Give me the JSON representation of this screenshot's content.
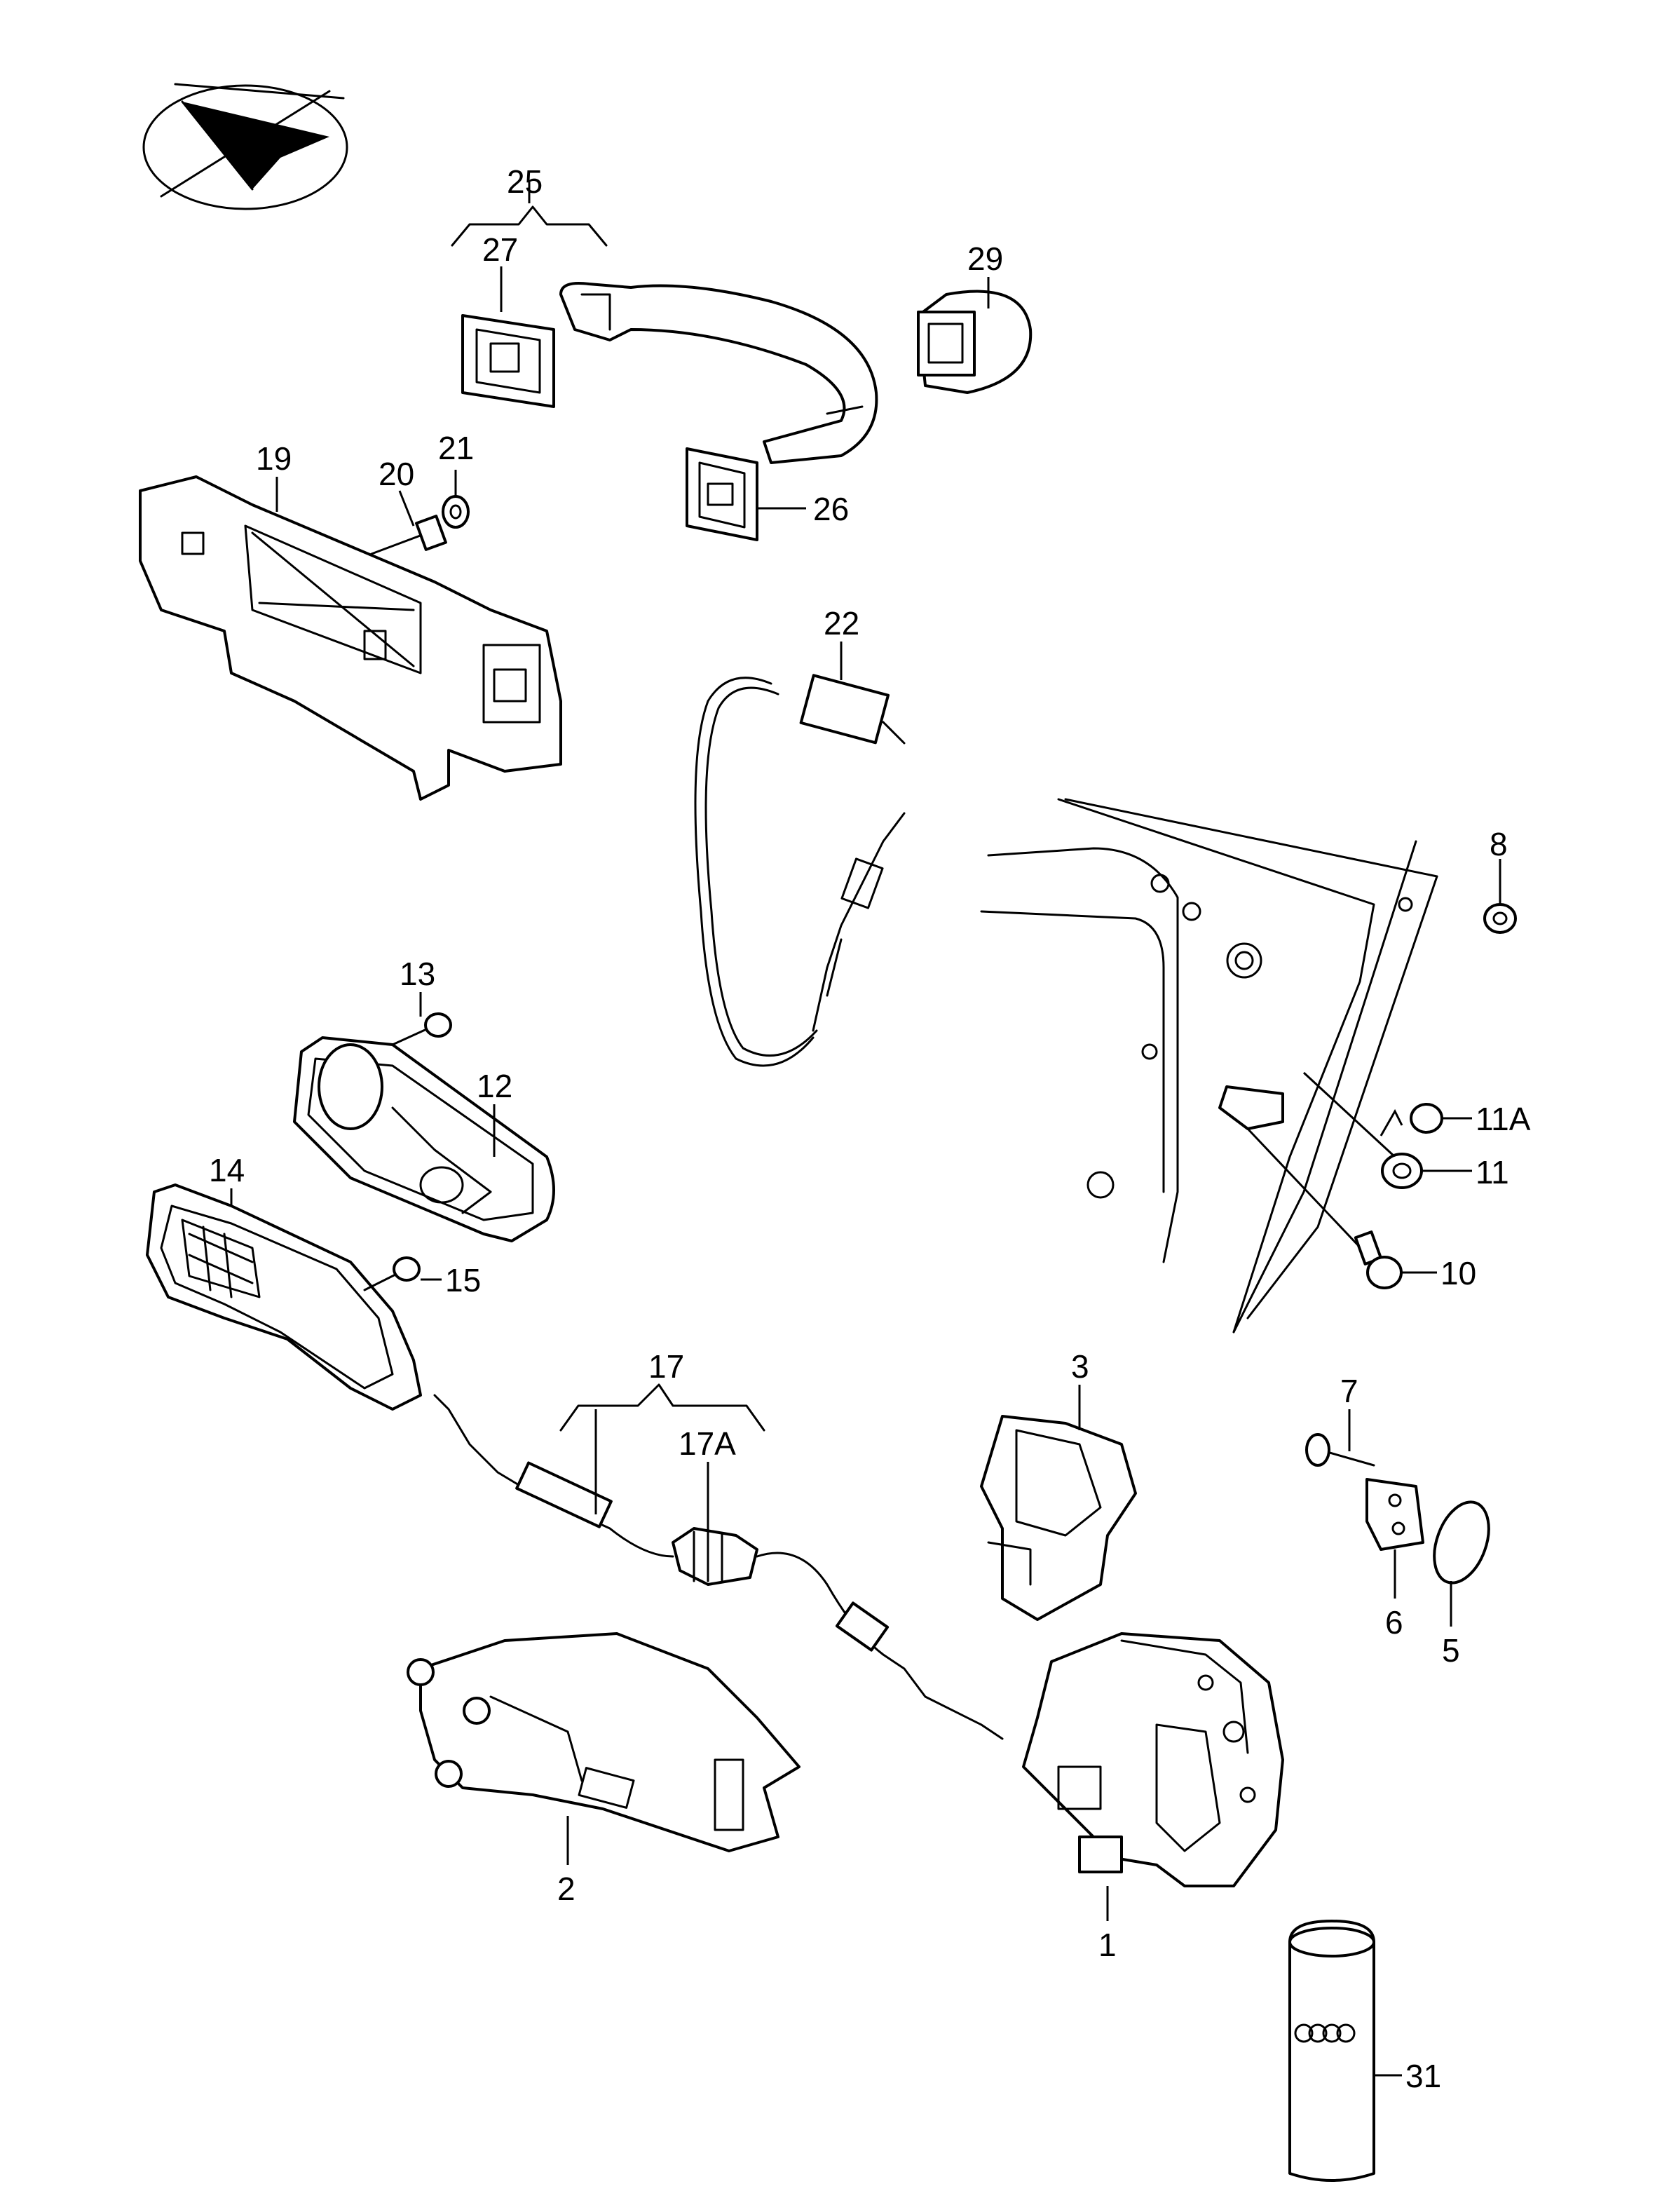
{
  "labels": {
    "l1": "1",
    "l2": "2",
    "l3": "3",
    "l5": "5",
    "l6": "6",
    "l7": "7",
    "l8": "8",
    "l10": "10",
    "l11": "11",
    "l11a": "11A",
    "l12": "12",
    "l13": "13",
    "l14": "14",
    "l15": "15",
    "l17": "17",
    "l17a": "17A",
    "l19": "19",
    "l20": "20",
    "l21": "21",
    "l22": "22",
    "l25": "25",
    "l26": "26",
    "l27": "27",
    "l29": "29",
    "l31": "31"
  },
  "colors": {
    "line": "#000000",
    "background": "#ffffff"
  },
  "icons": {
    "orientation": "orientation-arrow-icon",
    "brand": "four-rings-logo-icon"
  }
}
